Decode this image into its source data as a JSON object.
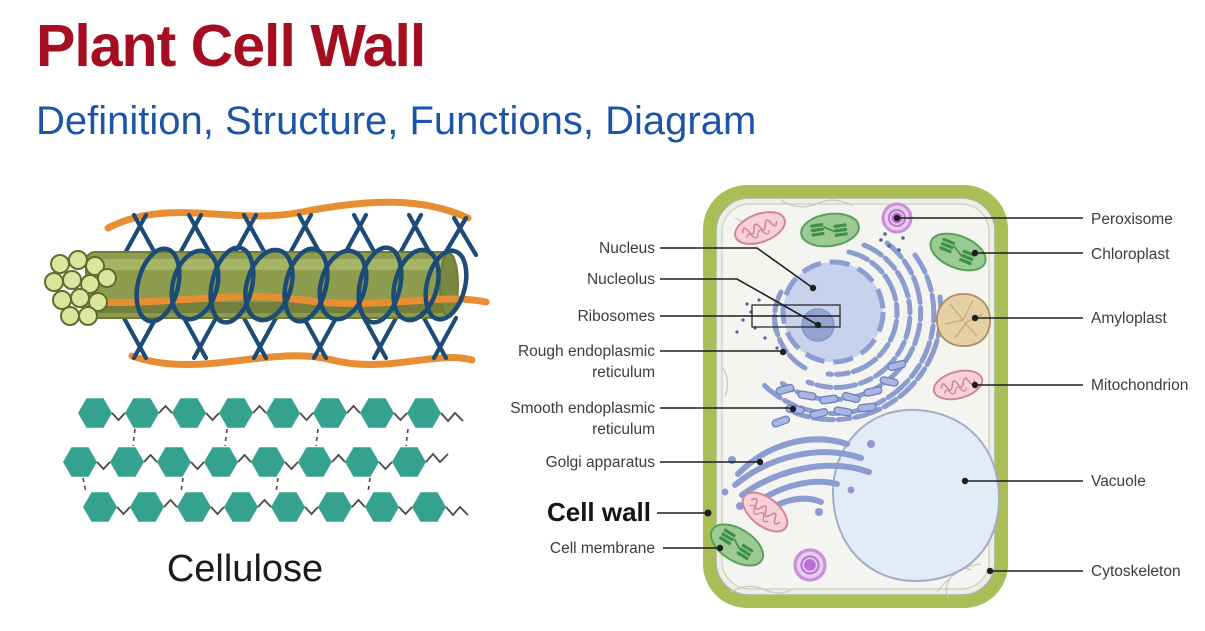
{
  "header": {
    "title": "Plant Cell Wall",
    "subtitle": "Definition, Structure, Functions, Diagram",
    "title_color": "#A50D20",
    "subtitle_color": "#1C55A8"
  },
  "cellulose_figure": {
    "caption": "Cellulose",
    "colors": {
      "hexagon": "#35A18F",
      "fiber_body": "#8E9D4D",
      "fiber_end_fibrils": "#DCE49E",
      "coil": "#1C4B76",
      "wave": "#E78E33"
    }
  },
  "cell_figure": {
    "colors": {
      "cell_wall": "#A9BE55",
      "cytoplasm": "#F4F5F0",
      "nucleus": "#C9D2EC",
      "nucleolus": "#93A3D2",
      "er_golgi": "#8C9CD0",
      "mitochondrion": "#F7D0DA",
      "chloroplast": "#9BCB93",
      "peroxisome": "#EACBF2",
      "amyloplast": "#E5CFA5",
      "vacuole": "#E3EBF7"
    },
    "left_labels": {
      "nucleus": "Nucleus",
      "nucleolus": "Nucleolus",
      "ribosomes": "Ribosomes",
      "rough_er_line1": "Rough endoplasmic",
      "rough_er_line2": "reticulum",
      "smooth_er_line1": "Smooth endoplasmic",
      "smooth_er_line2": "reticulum",
      "golgi": "Golgi apparatus",
      "cell_wall": "Cell wall",
      "cell_membrane": "Cell membrane"
    },
    "right_labels": {
      "peroxisome": "Peroxisome",
      "chloroplast": "Chloroplast",
      "amyloplast": "Amyloplast",
      "mitochondrion": "Mitochondrion",
      "vacuole": "Vacuole",
      "cytoskeleton": "Cytoskeleton"
    }
  }
}
